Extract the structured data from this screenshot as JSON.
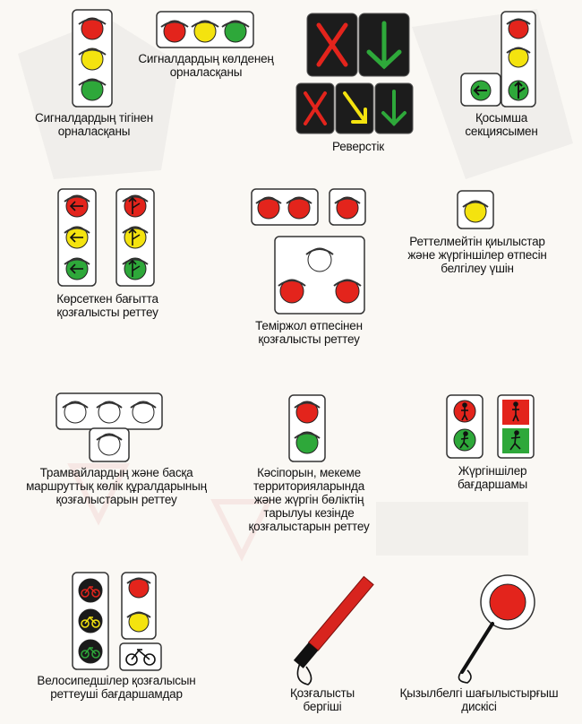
{
  "colors": {
    "red": "#e3241c",
    "yellow": "#f4e30f",
    "green": "#2ea83a",
    "housing": "#ffffff",
    "frame": "#2a2a2a",
    "panel": "#1c1c1c",
    "baton_red": "#d8241e"
  },
  "captions": {
    "vertical": [
      "Сигналдардың тігінен",
      "орналасқаны"
    ],
    "horizontal": [
      "Сигналдардың көлденең",
      "орналасқаны"
    ],
    "reverse": [
      "Реверстік"
    ],
    "additional": [
      "Қосымша",
      "секциясымен"
    ],
    "direction": [
      "Көрсеткен бағытта",
      "қозғалысты реттеу"
    ],
    "railway": [
      "Теміржол өтпесінен",
      "қозғалысты реттеу"
    ],
    "unregulated": [
      "Реттелмейтін қиылыстар",
      "және жүргіншілер өтпесін",
      "белгілеу үшін"
    ],
    "tram": [
      "Трамвайлардың және басқа",
      "маршруттық көлік құралдарының",
      "қозғалыстарын реттеу"
    ],
    "enterprise": [
      "Кәсіпорын, мекеме",
      "территорияларында",
      "және жүргін бөліктің",
      "тарылуы кезінде",
      "қозғалыстарын реттеу"
    ],
    "pedestrian": [
      "Жүргіншілер",
      "бағдаршамы"
    ],
    "bicycle": [
      "Велосипедшілер қозғалысын",
      "реттеуші бағдаршамдар"
    ],
    "baton": [
      "Қозғалысты",
      "бергіші"
    ],
    "disc": [
      "Қызылбелгі шағылыстырғыш",
      "дискісі"
    ]
  }
}
